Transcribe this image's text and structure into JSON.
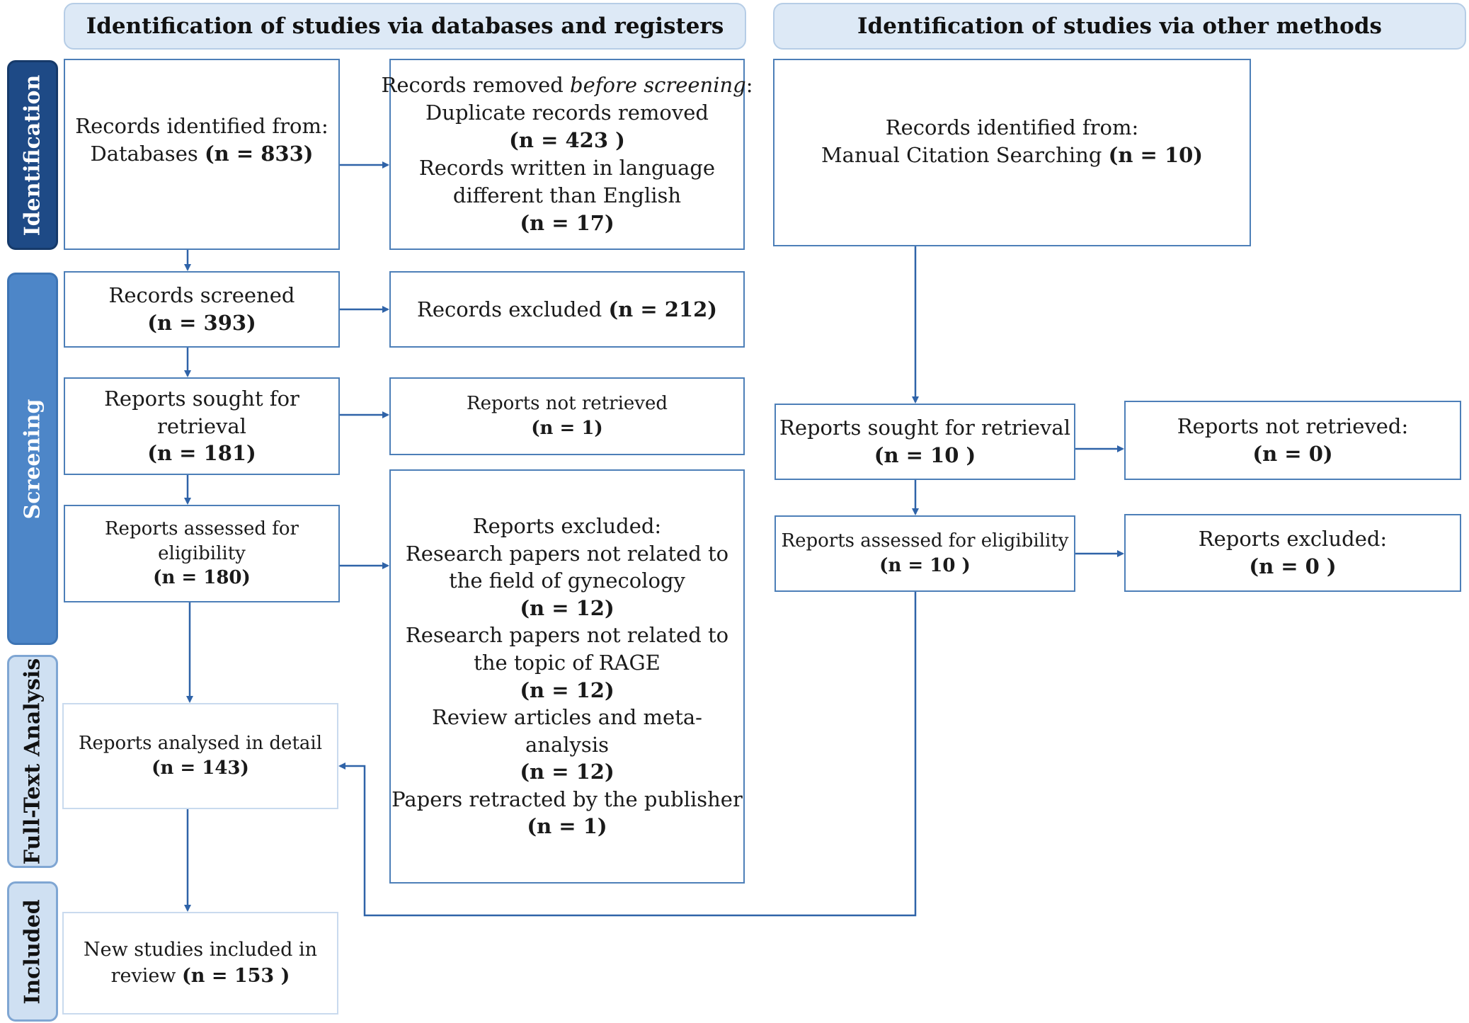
{
  "headers": {
    "databases": "Identification of studies via databases and registers",
    "other": "Identification of studies via other methods"
  },
  "phases": {
    "identification": "Identification",
    "screening": "Screening",
    "fulltext": "Full-Text Analysis",
    "included": "Included"
  },
  "left": {
    "identified": {
      "line1": "Records identified from:",
      "line2_text": "Databases ",
      "line2_n": "(n = 833)"
    },
    "removed": {
      "title_prefix": "Records removed ",
      "title_italic": "before screening",
      "title_suffix": ":",
      "dup_label": "Duplicate records removed",
      "dup_n": "(n = 423 )",
      "lang_line1": "Records written in language",
      "lang_line2": "different than English",
      "lang_n": "(n = 17)"
    },
    "screened": {
      "label": "Records screened",
      "n": "(n = 393)"
    },
    "excluded": {
      "label": "Records excluded ",
      "n": "(n = 212)"
    },
    "sought": {
      "line1": "Reports sought for",
      "line2": "retrieval",
      "n": "(n = 181)"
    },
    "not_retrieved": {
      "label": "Reports not retrieved",
      "n": "(n = 1)"
    },
    "assessed": {
      "line1": "Reports assessed for",
      "line2": "eligibility",
      "n": "(n = 180)"
    },
    "reports_excluded": {
      "title": "Reports excluded:",
      "r1_line1": "Research papers not related to",
      "r1_line2": "the field of gynecology",
      "r1_n": "(n = 12)",
      "r2_line1": "Research papers not related to",
      "r2_line2": "the topic of RAGE",
      "r2_n": "(n = 12)",
      "r3_line1": "Review articles and meta-",
      "r3_line2": "analysis",
      "r3_n": "(n = 12)",
      "r4_line1": "Papers retracted by the publisher",
      "r4_n": "(n = 1)"
    },
    "analysed": {
      "label": "Reports analysed in detail",
      "n": "(n = 143)"
    },
    "included": {
      "line1": "New studies included in",
      "line2_text": "review ",
      "line2_n": "(n = 153 )"
    }
  },
  "right": {
    "identified": {
      "line1": "Records identified from:",
      "line2_text": "Manual Citation Searching ",
      "line2_n": "(n = 10)"
    },
    "sought": {
      "label": "Reports sought for retrieval",
      "n": "(n = 10 )"
    },
    "not_retrieved": {
      "label": "Reports not retrieved:",
      "n": "(n = 0)"
    },
    "assessed": {
      "label": "Reports assessed for eligibility",
      "n": "(n = 10 )"
    },
    "excluded": {
      "label": "Reports excluded:",
      "n": "(n = 0 )"
    }
  },
  "colors": {
    "arrow": "#2f63a8",
    "box_border": "#4d7fb8",
    "header_bg": "#dde9f6"
  }
}
